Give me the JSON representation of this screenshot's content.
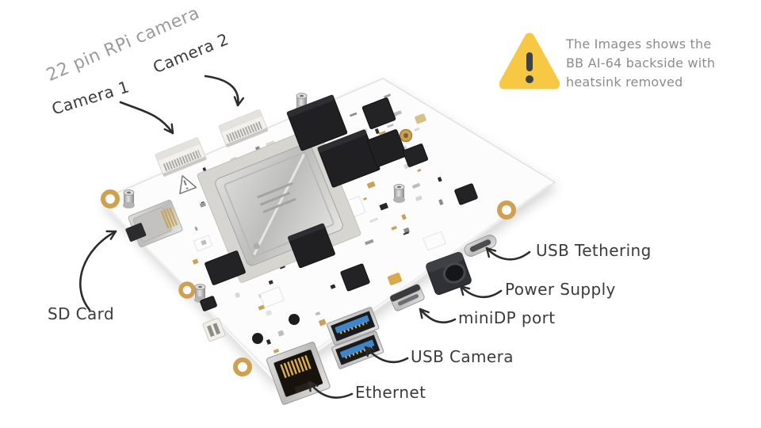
{
  "labels": {
    "rpi_camera": "22 pin RPi camera",
    "camera_1": "Camera 1",
    "camera_2": "Camera 2",
    "sd_card": "SD Card",
    "usb_tethering": "USB Tethering",
    "power_supply": "Power Supply",
    "minidp_port": "miniDP port",
    "usb_camera": "USB Camera",
    "ethernet": "Ethernet"
  },
  "notice": {
    "icon": "warning-triangle-icon",
    "line1": "The Images shows the",
    "line2": "BB AI-64 backside with",
    "line3": "heatsink removed"
  },
  "colors": {
    "warning_yellow": "#F7C844",
    "label_dark": "#3b3b3b",
    "label_gray": "#9b9b9b",
    "notice_gray": "#8c8c8c",
    "arrow_black": "#2c2c2c",
    "usb_blue": "#3f85c9",
    "pcb_gold": "#cf9f4f",
    "pcb_white": "#fcfcfd"
  }
}
